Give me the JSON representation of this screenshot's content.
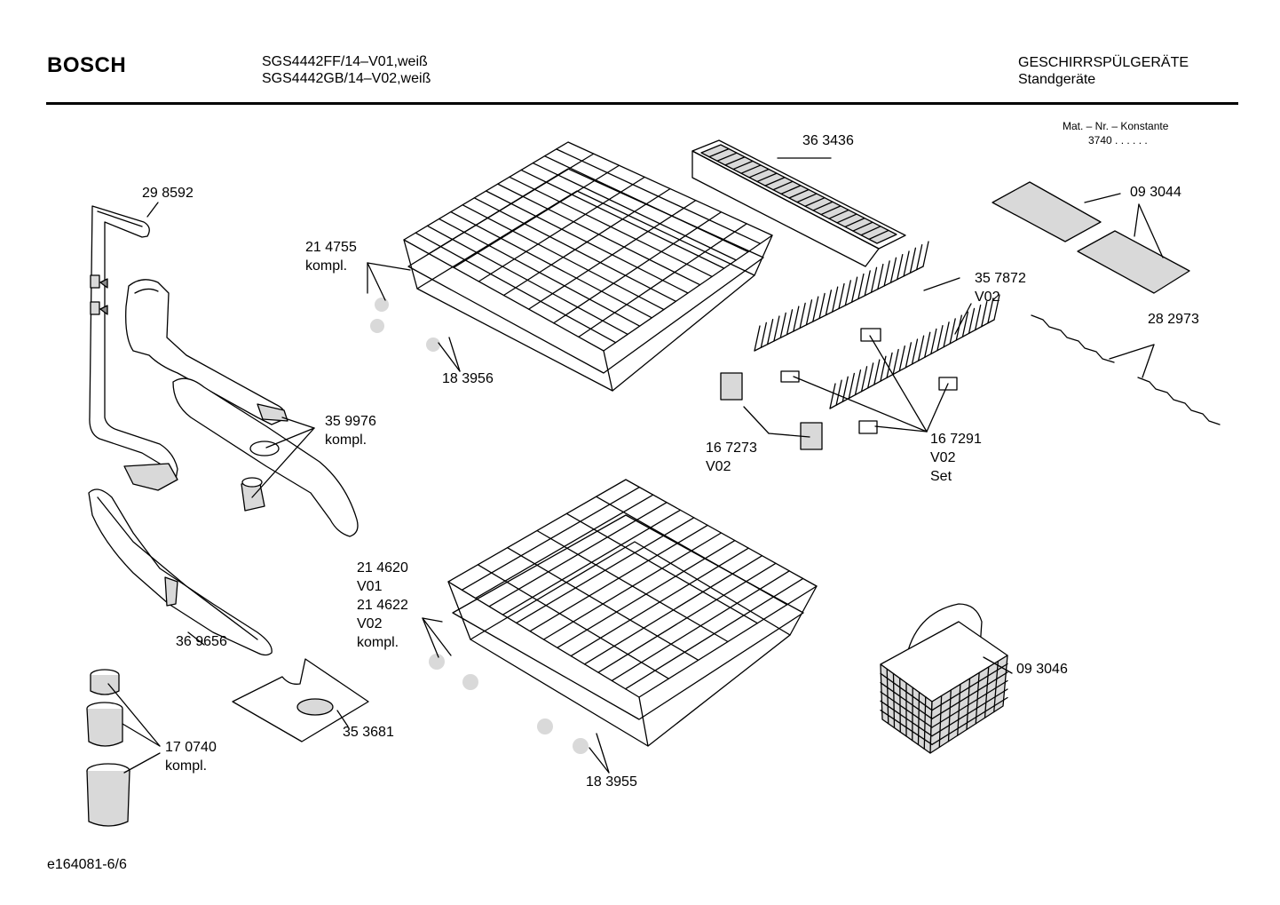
{
  "header": {
    "brand": "BOSCH",
    "model_line_1": "SGS4442FF/14–V01,weiß",
    "model_line_2": "SGS4442GB/14–V02,weiß",
    "category": "GESCHIRRSPÜLGERÄTE",
    "subcategory": "Standgeräte"
  },
  "constant": {
    "label": "Mat. – Nr. – Konstante",
    "value": "3740 .  .   .  .  .  ."
  },
  "parts": {
    "p298592": {
      "line1": "29 8592"
    },
    "p214755": {
      "line1": "21 4755",
      "line2": "kompl."
    },
    "p183956": {
      "line1": "18 3956"
    },
    "p363436": {
      "line1": "36 3436"
    },
    "p093044": {
      "line1": "09 3044"
    },
    "p357872": {
      "line1": "35 7872",
      "line2": "V02"
    },
    "p282973": {
      "line1": "28 2973"
    },
    "p359976": {
      "line1": "35 9976",
      "line2": "kompl."
    },
    "p167273": {
      "line1": "16 7273",
      "line2": "V02"
    },
    "p167291": {
      "line1": "16 7291",
      "line2": "V02",
      "line3": "Set"
    },
    "p214620": {
      "line1": "21 4620",
      "line2": "V01",
      "line3": "21 4622",
      "line4": "V02",
      "line5": "kompl."
    },
    "p369656": {
      "line1": "36 9656"
    },
    "p093046": {
      "line1": "09 3046"
    },
    "p353681": {
      "line1": "35 3681"
    },
    "p170740": {
      "line1": "17 0740",
      "line2": "kompl."
    },
    "p183955": {
      "line1": "18 3955"
    }
  },
  "footer": {
    "code": "e164081-6/6"
  }
}
